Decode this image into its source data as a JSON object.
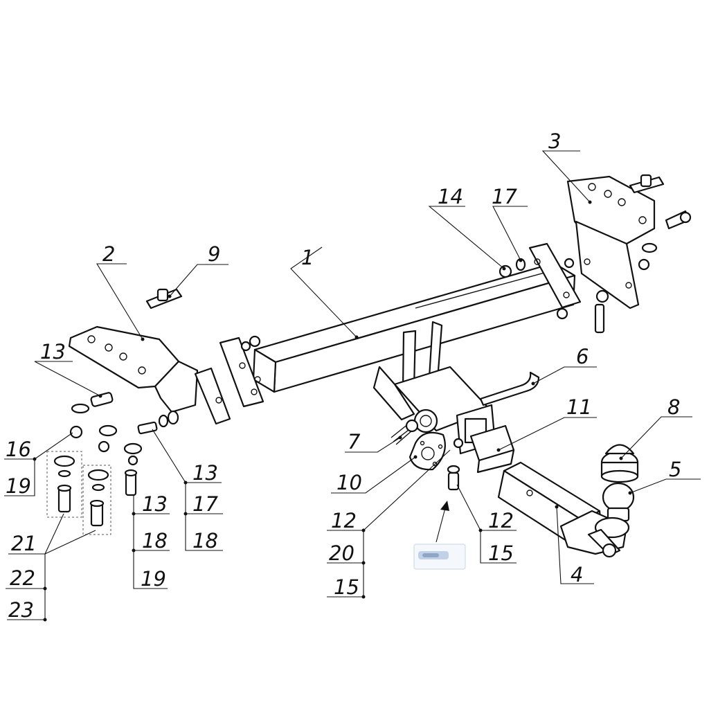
{
  "diagram": {
    "callouts": [
      "1",
      "2",
      "3",
      "4",
      "5",
      "6",
      "7",
      "8",
      "9",
      "10",
      "11",
      "12",
      "13",
      "14",
      "15",
      "16",
      "17",
      "18",
      "19",
      "20",
      "21",
      "22",
      "23"
    ],
    "labels": {
      "l1": "1",
      "l2": "2",
      "l3": "3",
      "l4": "4",
      "l5": "5",
      "l6": "6",
      "l7": "7",
      "l8": "8",
      "l9": "9",
      "l10": "10",
      "l11": "11",
      "l12a": "12",
      "l12b": "12",
      "l13a": "13",
      "l13b": "13",
      "l13c": "13",
      "l14": "14",
      "l15a": "15",
      "l15b": "15",
      "l16": "16",
      "l17a": "17",
      "l17b": "17",
      "l18a": "18",
      "l18b": "18",
      "l19a": "19",
      "l19b": "19",
      "l20": "20",
      "l21": "21",
      "l22": "22",
      "l23": "23"
    }
  }
}
